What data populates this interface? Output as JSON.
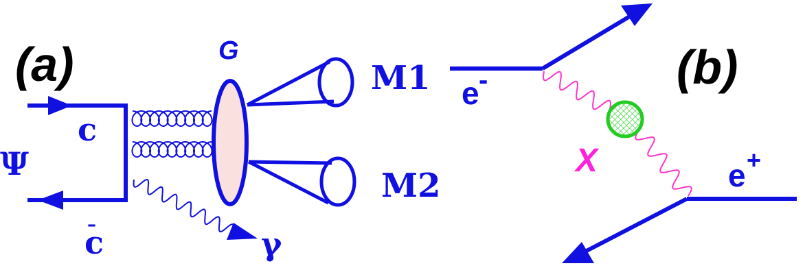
{
  "panel_a": {
    "label": "(a)",
    "psi": "Ψ",
    "quark": "c",
    "antiquark": "c",
    "bar": "–",
    "glueball": "G",
    "meson1": "M1",
    "meson2": "M2",
    "photon": "γ"
  },
  "panel_b": {
    "label": "(b)",
    "electron": "e",
    "electron_sup": "-",
    "positron": "e",
    "positron_sup": "+",
    "exchange": "X"
  },
  "colors": {
    "line": "#1010e0",
    "label": "#000000",
    "photon_b": "#ff33cc",
    "x_label": "#ff22dd",
    "blob_fill": "#fbe0e0",
    "x_blob_stroke": "#22cc22"
  }
}
